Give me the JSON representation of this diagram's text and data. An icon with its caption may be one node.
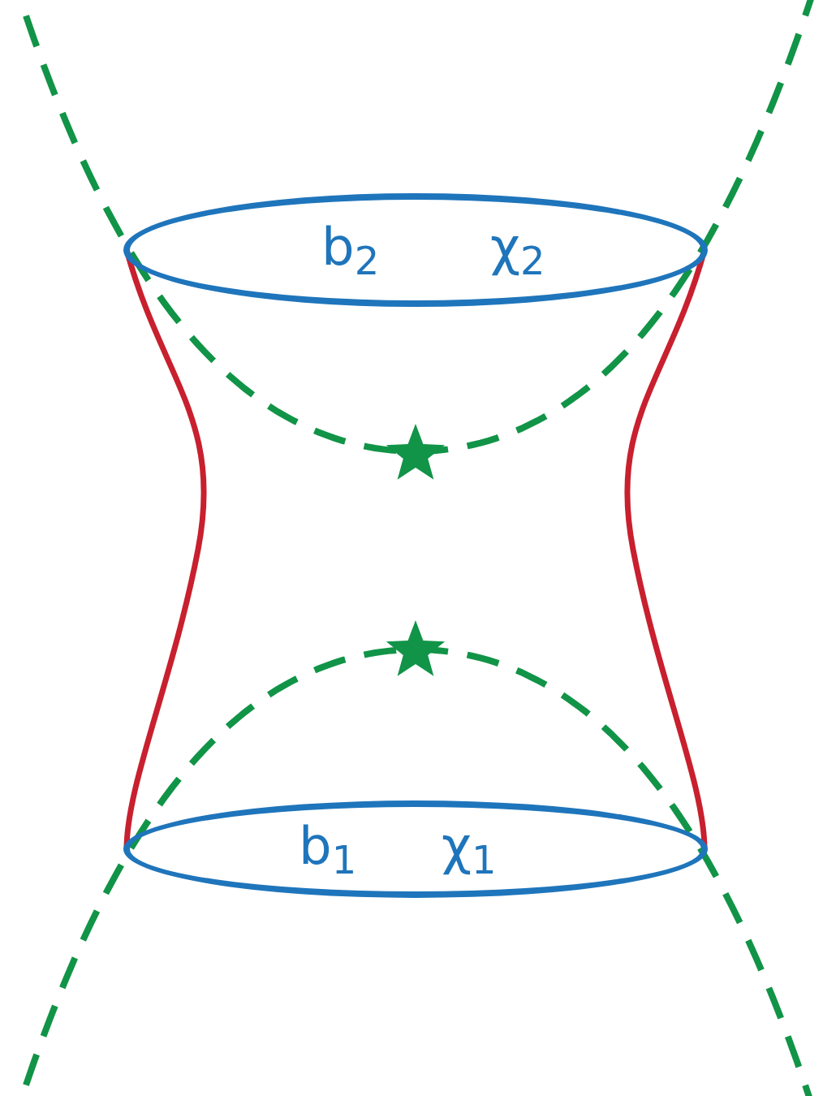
{
  "diagram": {
    "nodes": [
      {
        "text": [
          "b$_{2}$",
          "χ$_{2}$"
        ]
      },
      {
        "text": [
          "b$_{1}$",
          "χ$_{1}$"
        ]
      }
    ],
    "edges": [
      {
        "from": 0,
        "to": 1,
        "arrow": "none"
      },
      {
        "from": 0,
        "to": 1,
        "arrow": "none"
      }
    ]
  }
}
